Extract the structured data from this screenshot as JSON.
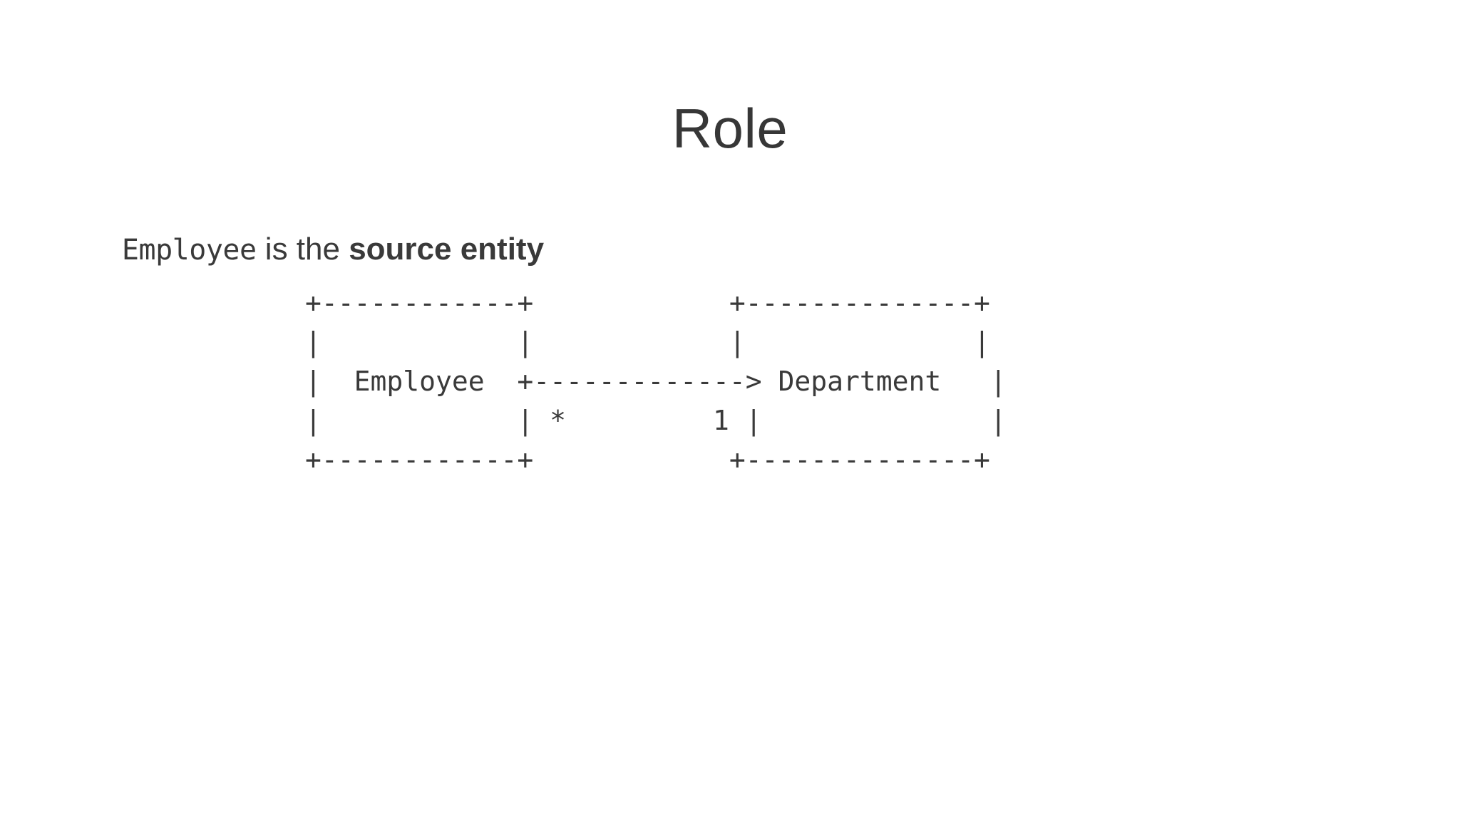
{
  "slide": {
    "title": "Role",
    "background_color": "#ffffff",
    "text_color": "#3a3a3a",
    "title_color": "#373737"
  },
  "subtitle": {
    "code_term": "Employee",
    "connector": " is the ",
    "emphasis": "source entity",
    "full_text": "Employee is the source entity"
  },
  "diagram": {
    "type": "ascii-er-diagram",
    "source_entity": "Employee",
    "target_entity": "Department",
    "source_cardinality": "*",
    "target_cardinality": "1",
    "arrow": "+------------->",
    "lines": [
      "+------------+            +--------------+",
      "|            |            |              |",
      "|  Employee  +------------->  Department  |",
      "|            | *         1 |              |",
      "+------------+            +--------------+"
    ],
    "line_0": "+------------+            +--------------+",
    "line_1": "|            |            |              |",
    "line_2": "|  Employee  +-------------> Department   |",
    "line_3": "|            | *         1 |              |",
    "line_4": "+------------+            +--------------+"
  }
}
